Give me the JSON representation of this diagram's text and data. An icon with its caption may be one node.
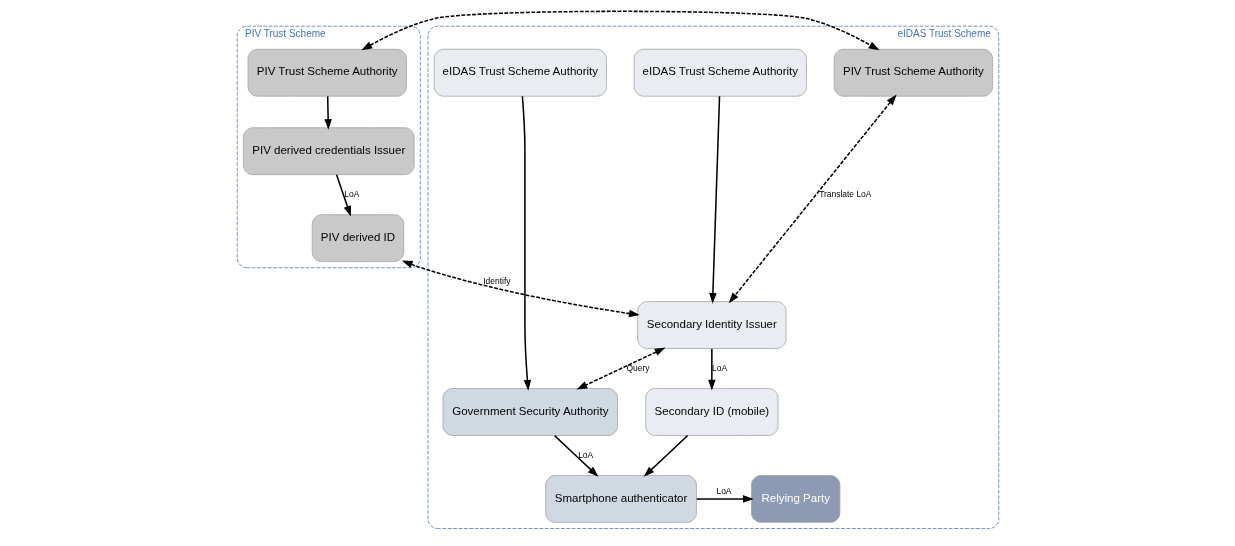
{
  "diagram": {
    "nodes": [
      {
        "text": [
          "PIV Trust Scheme"
        ]
      },
      {
        "text": [
          "PIV Trust Scheme Authority"
        ],
        "in": 0
      },
      {
        "text": [
          "PIV derived credentials Issuer"
        ],
        "in": 0
      },
      {
        "text": [
          "PIV derived ID"
        ],
        "in": 0
      },
      {
        "text": [
          "eIDAS Trust Scheme"
        ]
      },
      {
        "text": [
          "PIV Trust Scheme Authority"
        ],
        "in": 4
      },
      {
        "text": [
          "eIDAS Trust Scheme Authority"
        ],
        "in": 4
      },
      {
        "text": [
          "eIDAS Trust Scheme Authority"
        ],
        "in": 4
      },
      {
        "text": [
          "Secondary Identity Issuer"
        ],
        "in": 4
      },
      {
        "text": [
          "Government Security Authority"
        ],
        "in": 4
      },
      {
        "text": [
          "Relying Party"
        ],
        "in": 4
      },
      {
        "text": [
          "Secondary ID (mobile)"
        ],
        "in": 4
      },
      {
        "text": [
          "Smartphone authenticator"
        ],
        "in": 4
      }
    ],
    "edges": [
      {
        "from": 1,
        "to": 5,
        "arrow": "both",
        "style": "dashed"
      },
      {
        "from": 1,
        "to": 2,
        "arrow": "to"
      },
      {
        "from": 2,
        "to": 3,
        "arrow": "to",
        "label": "LoA"
      },
      {
        "from": 5,
        "to": 8,
        "arrow": "both",
        "style": "dashed",
        "label": "Translate LoA"
      },
      {
        "from": 3,
        "to": 8,
        "arrow": "both",
        "style": "dashed",
        "label": "Identify"
      },
      {
        "from": 6,
        "to": 8,
        "arrow": "to"
      },
      {
        "from": 7,
        "to": 9,
        "arrow": "to"
      },
      {
        "from": 8,
        "to": 9,
        "arrow": "both",
        "style": "dashed",
        "label": "Query"
      },
      {
        "from": 8,
        "to": 11,
        "arrow": "to",
        "label": "LoA"
      },
      {
        "from": 9,
        "to": 12,
        "arrow": "to",
        "label": "LoA"
      },
      {
        "from": 11,
        "to": 12,
        "arrow": "to"
      },
      {
        "from": 12,
        "to": 10,
        "arrow": "to",
        "label": "LoA"
      }
    ]
  }
}
